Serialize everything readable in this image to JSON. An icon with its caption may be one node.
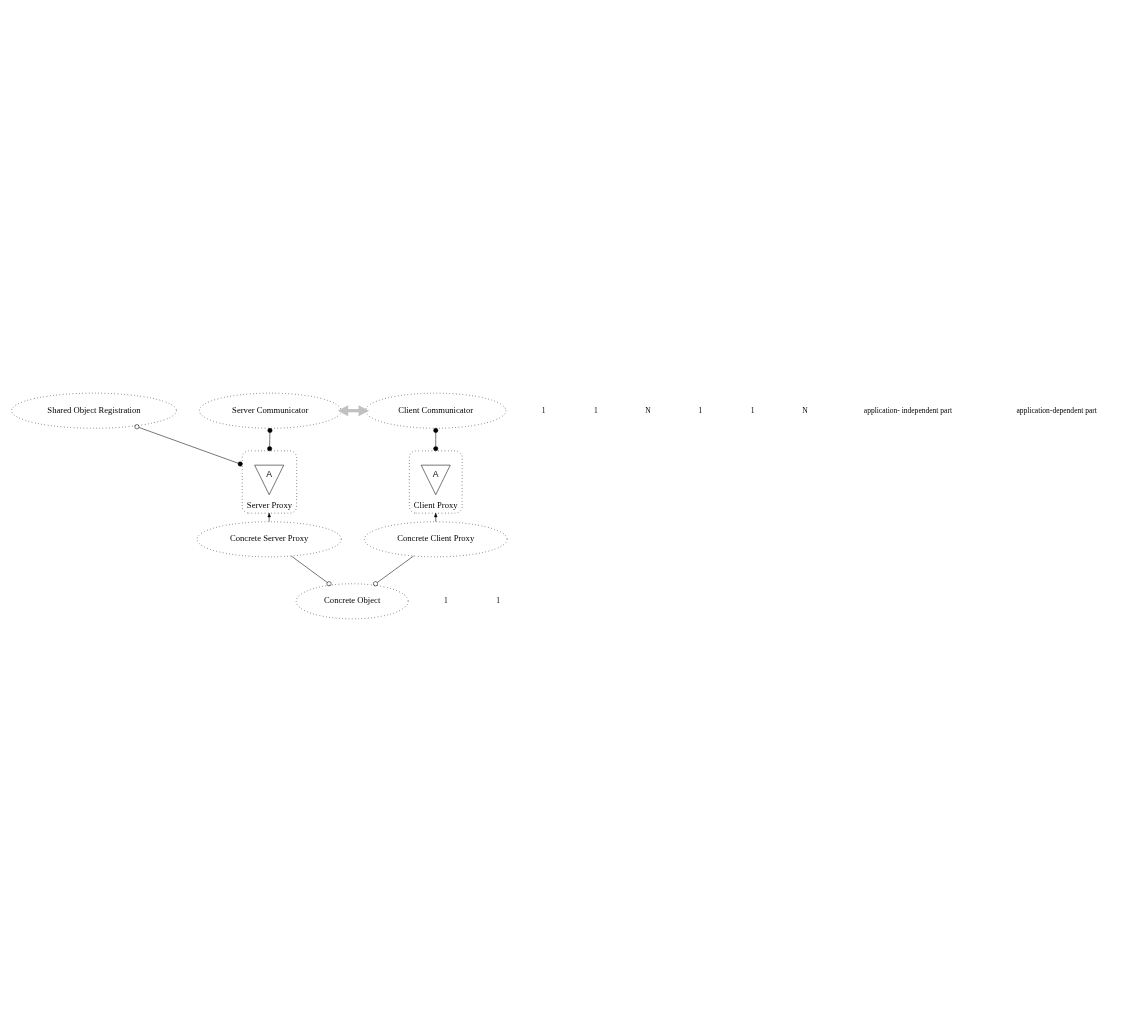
{
  "diagram": {
    "nodes": [
      {
        "text": [
          "Shared Object Registration"
        ]
      },
      {
        "text": [
          "Client Communicator"
        ]
      },
      {
        "text": [
          "Server Communicator"
        ]
      },
      {
        "text": [
          "Client Proxy"
        ]
      },
      {
        "text": [
          "A"
        ],
        "in": 3
      },
      {
        "text": [
          "Server Proxy"
        ]
      },
      {
        "text": [
          "A"
        ],
        "in": 5
      },
      {
        "text": [
          "Concrete Client Proxy"
        ]
      },
      {
        "text": [
          "Concrete Server Proxy"
        ]
      },
      {
        "text": [
          "Concrete Object"
        ]
      }
    ],
    "edges": [
      {
        "from": 1,
        "to": 2,
        "arrow": "both",
        "style": "thick",
        "color": "#c0c0c0"
      },
      {
        "from": 1,
        "to": 3,
        "arrow": "other"
      },
      {
        "from": 2,
        "to": 5,
        "arrow": "other"
      },
      {
        "from": 0,
        "to": 5,
        "arrow": "other"
      },
      {
        "from": 7,
        "to": 3,
        "arrow": "to"
      },
      {
        "from": 8,
        "to": 5,
        "arrow": "to"
      },
      {
        "from": 7,
        "to": 9,
        "arrow": "other"
      },
      {
        "from": 8,
        "to": 9,
        "arrow": "other"
      }
    ],
    "labels": [
      "1",
      "1",
      "N",
      "1",
      "1",
      "N",
      "application- independent part",
      "application-dependent part",
      "1",
      "1"
    ]
  }
}
